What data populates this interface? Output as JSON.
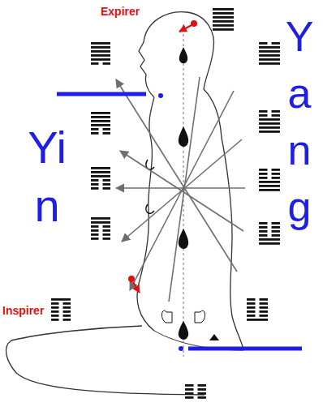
{
  "diagram": {
    "labels": [
      "Expirer",
      "Inspirer",
      "Yin",
      "Yang"
    ]
  }
}
